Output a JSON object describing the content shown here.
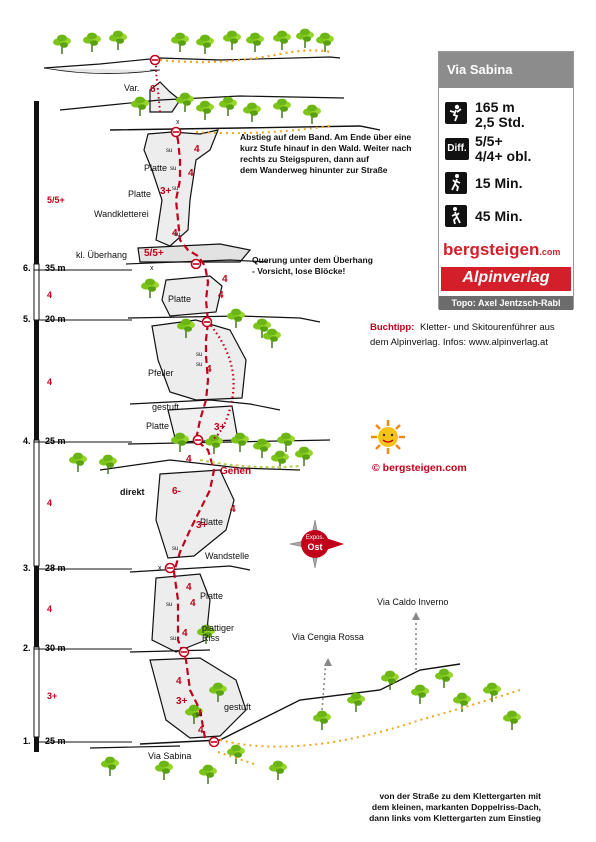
{
  "route": {
    "name": "Via Sabina",
    "length": "165 m",
    "duration": "2,5 Std.",
    "difficulty_max": "5/5+",
    "difficulty_obl": "4/4+ obl.",
    "approach": "15 Min.",
    "descent_time": "45 Min.",
    "credit": "Topo: Axel Jentzsch-Rabl"
  },
  "brands": {
    "bergsteigen": "bergsteigen",
    "bergsteigen_sub": ".com",
    "alpinverlag": "Alpinverlag",
    "copyright": "©  bergsteigen.com"
  },
  "book_tip": {
    "label": "Buchtipp:",
    "line1": "Kletter- und Skitourenführer aus",
    "line2": "dem Alpinverlag. Infos: www.alpinverlag.at"
  },
  "exposure": {
    "label": "Expos.",
    "value": "Ost"
  },
  "pitches": [
    {
      "number": "1.",
      "length": "25 m",
      "grade": "3+"
    },
    {
      "number": "2.",
      "length": "30 m",
      "grade": "4"
    },
    {
      "number": "3.",
      "length": "28 m",
      "grade": "4"
    },
    {
      "number": "4.",
      "length": "25 m",
      "grade": "4"
    },
    {
      "number": "5.",
      "length": "20 m",
      "grade": "4"
    },
    {
      "number": "6.",
      "length": "35 m",
      "grade": "5/5+"
    }
  ],
  "notes": {
    "descent_1": "Abstieg auf dem Band. Am Ende über eine",
    "descent_2": "kurz Stufe hinauf in den Wald. Weiter nach",
    "descent_3": "rechts zu Steigspuren, dann auf",
    "descent_4": "dem Wanderweg hinunter zur Straße",
    "traverse_1": "Querung unter dem Überhang",
    "traverse_2": "- Vorsicht, lose Blöcke!",
    "approach_1": "von der Straße zu dem Klettergarten mit",
    "approach_2": "dem kleinen, markanten Doppelriss-Dach,",
    "approach_3": "dann links vom Klettergarten zum Einstieg"
  },
  "labels": {
    "var": "Var.",
    "var_grade": "6",
    "platte": "Platte",
    "wandkletterei": "Wandkletterei",
    "ueberhang": "kl. Überhang",
    "pfeiler": "Pfeiler",
    "gestuft": "gestuft",
    "gehen": "Gehen",
    "direkt": "direkt",
    "direkt_grade": "6-",
    "wandstelle": "Wandstelle",
    "plattiger": "plattiger",
    "riss": "Riss",
    "via_sabina": "Via Sabina",
    "cengia": "Via Cengia Rossa",
    "caldo": "Via Caldo Inverno",
    "su": "su",
    "x": "x"
  }
}
